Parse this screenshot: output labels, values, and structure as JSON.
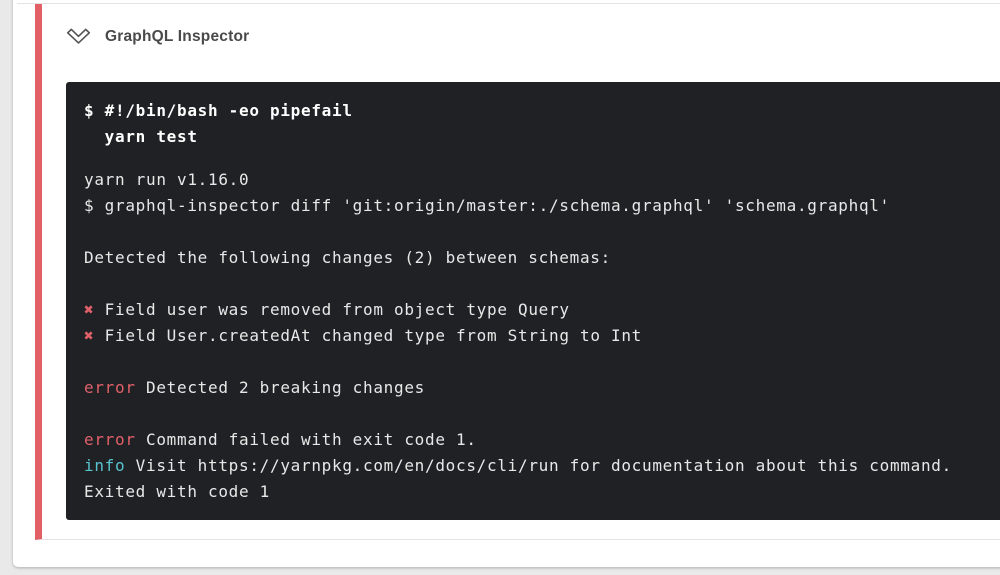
{
  "palette": {
    "page_bg": "#e9e9e9",
    "card_bg": "#ffffff",
    "divider": "#e3e3e3",
    "accent_red": "#e25f66",
    "title_color": "#4a4a4a",
    "terminal_bg": "#202124",
    "terminal_text": "#e8e8e8",
    "seg_red": "#e0606a",
    "seg_cyan": "#56c3ce"
  },
  "step": {
    "title": "GraphQL Inspector",
    "collapse_icon": "chevron-down",
    "status": "failed"
  },
  "terminal": {
    "command_lines": [
      [
        {
          "t": "$ #!/bin/bash -eo pipefail"
        }
      ],
      [
        {
          "t": "  yarn test"
        }
      ]
    ],
    "output_lines": [
      [
        {
          "t": "yarn run v1.16.0"
        }
      ],
      [
        {
          "t": "$ graphql-inspector diff 'git:origin/master:./schema.graphql' 'schema.graphql'"
        }
      ],
      [],
      [
        {
          "t": "Detected the following changes (2) between schemas:"
        }
      ],
      [],
      [
        {
          "t": "✖",
          "c": "red"
        },
        {
          "t": " Field user was removed from object type Query"
        }
      ],
      [
        {
          "t": "✖",
          "c": "red"
        },
        {
          "t": " Field User.createdAt changed type from String to Int"
        }
      ],
      [],
      [
        {
          "t": "error",
          "c": "red"
        },
        {
          "t": " Detected 2 breaking changes"
        }
      ],
      [],
      [
        {
          "t": "error",
          "c": "red"
        },
        {
          "t": " Command failed with exit code 1."
        }
      ],
      [
        {
          "t": "info",
          "c": "cyan"
        },
        {
          "t": " Visit https://yarnpkg.com/en/docs/cli/run for documentation about this command."
        }
      ],
      [
        {
          "t": "Exited with code 1"
        }
      ]
    ]
  }
}
